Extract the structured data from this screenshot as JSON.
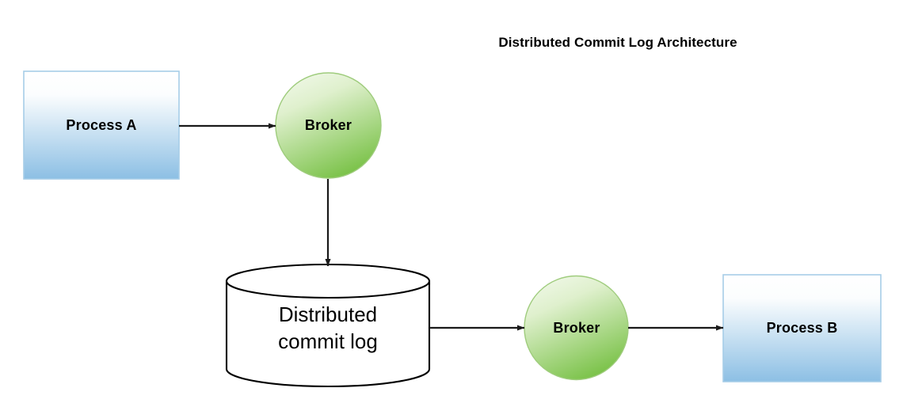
{
  "diagram": {
    "title": "Distributed Commit Log Architecture",
    "background_color": "#ffffff",
    "stroke_color": "#000000",
    "process_box": {
      "border_color": "#a6cde8",
      "gradient_top": "#ffffff",
      "gradient_bottom": "#8cbfe4"
    },
    "broker_circle": {
      "border_color": "#9fcc7d",
      "gradient_top": "#eaf5e0",
      "gradient_bottom": "#7cc24a"
    },
    "cylinder": {
      "fill": "#ffffff",
      "border_color": "#000000"
    },
    "nodes": [
      {
        "id": "process-a",
        "label": "Process A",
        "shape": "rectangle"
      },
      {
        "id": "broker-1",
        "label": "Broker",
        "shape": "circle"
      },
      {
        "id": "commit-log",
        "label": "Distributed\ncommit log",
        "label_line_1": "Distributed",
        "label_line_2": "commit log",
        "shape": "cylinder"
      },
      {
        "id": "broker-2",
        "label": "Broker",
        "shape": "circle"
      },
      {
        "id": "process-b",
        "label": "Process B",
        "shape": "rectangle"
      }
    ],
    "edges": [
      {
        "id": "edge-process-a-to-broker-1",
        "from": "process-a",
        "to": "broker-1",
        "direction": "right",
        "arrowhead": "filled"
      },
      {
        "id": "edge-broker-1-to-commit-log",
        "from": "broker-1",
        "to": "commit-log",
        "direction": "down",
        "arrowhead": "filled"
      },
      {
        "id": "edge-commit-log-to-broker-2",
        "from": "commit-log",
        "to": "broker-2",
        "direction": "right",
        "arrowhead": "filled"
      },
      {
        "id": "edge-broker-2-to-process-b",
        "from": "broker-2",
        "to": "process-b",
        "direction": "right",
        "arrowhead": "filled"
      }
    ]
  }
}
